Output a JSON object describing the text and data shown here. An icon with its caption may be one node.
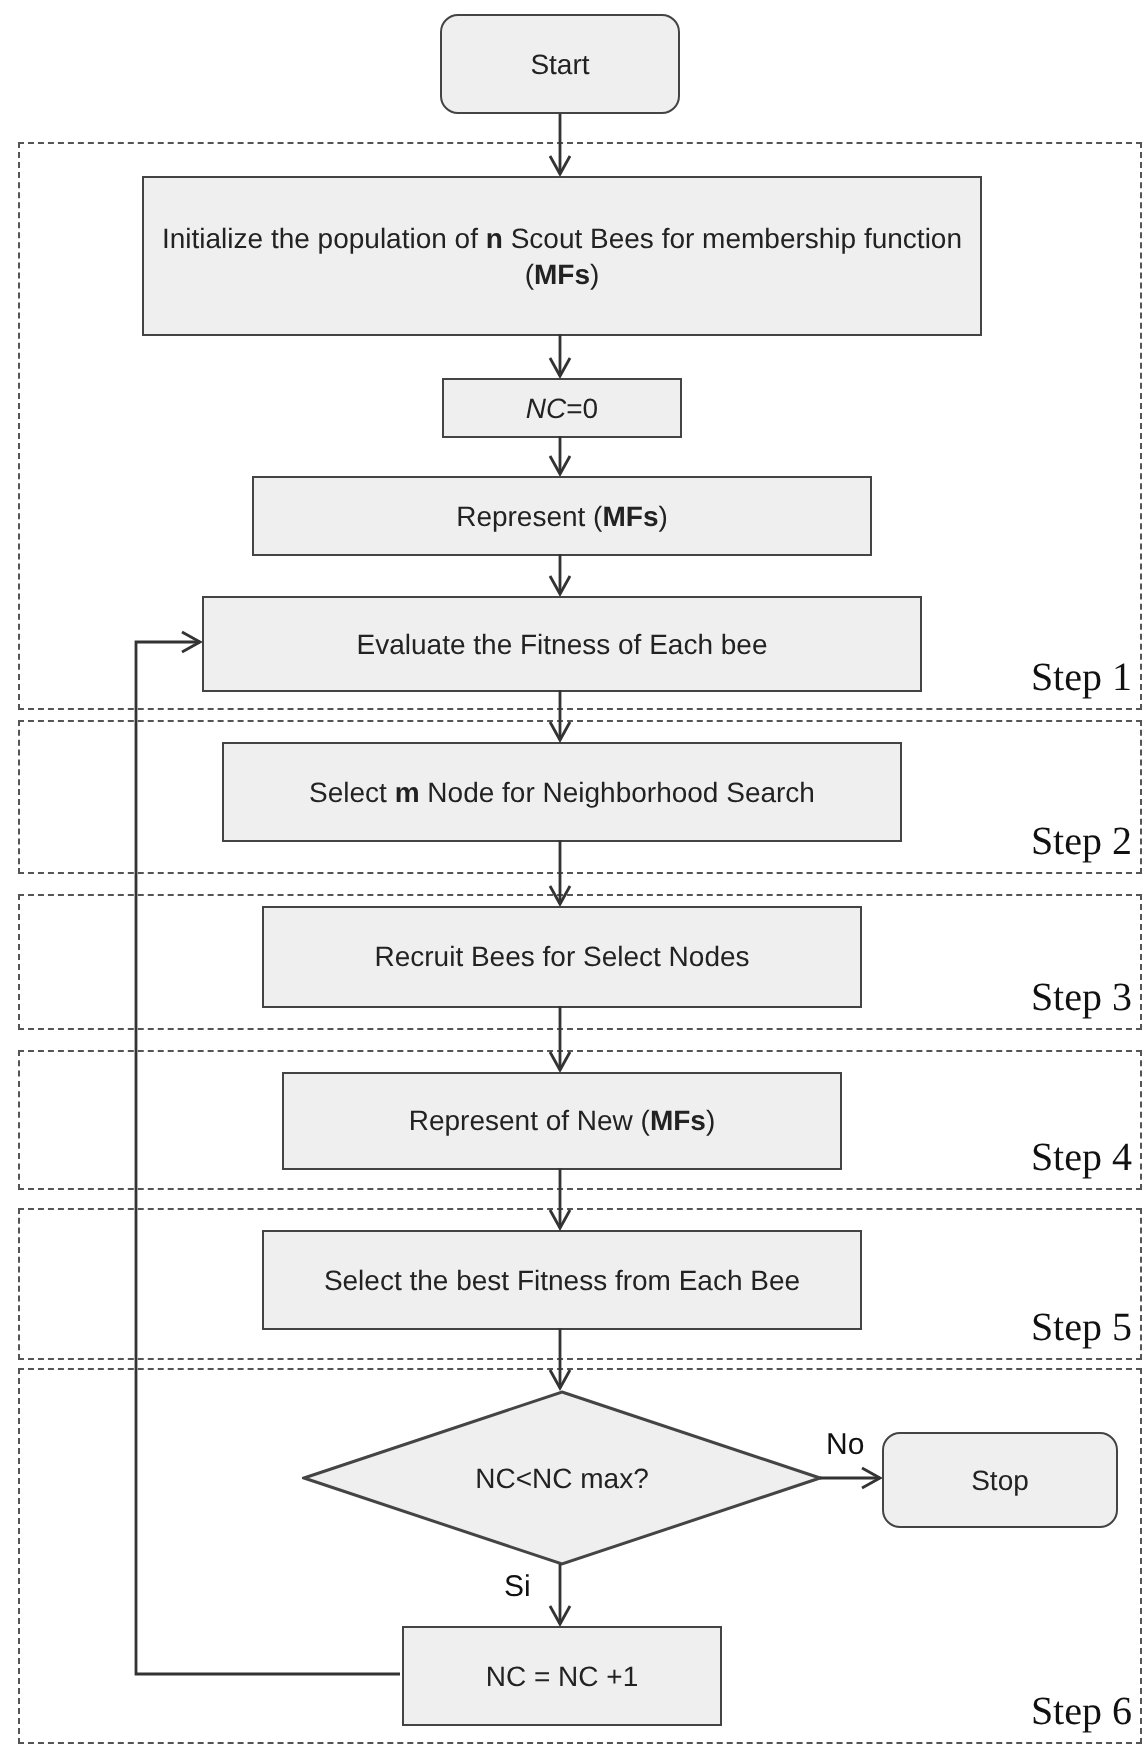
{
  "diagram": {
    "nodes": [
      {
        "text": [
          "Start"
        ]
      },
      {
        "text": [
          "Step 1"
        ]
      },
      {
        "text": [
          "Initialize the population of **n** Scout Bees for membership function (**MFs**)"
        ],
        "in": 1
      },
      {
        "text": [
          "*NC*=0"
        ],
        "in": 1
      },
      {
        "text": [
          "Represent (**MFs**)"
        ],
        "in": 1
      },
      {
        "text": [
          "Evaluate the Fitness of Each bee"
        ],
        "in": 1
      },
      {
        "text": [
          "Step 2"
        ]
      },
      {
        "text": [
          "Select **m** Node for Neighborhood Search"
        ],
        "in": 6
      },
      {
        "text": [
          "Step 3"
        ]
      },
      {
        "text": [
          "Recruit Bees for Select Nodes"
        ],
        "in": 8
      },
      {
        "text": [
          "Step 4"
        ]
      },
      {
        "text": [
          "Represent of New (**MFs**)"
        ],
        "in": 10
      },
      {
        "text": [
          "Step 5"
        ]
      },
      {
        "text": [
          "Select the best Fitness from Each Bee"
        ],
        "in": 12
      },
      {
        "text": [
          "Step 6"
        ]
      },
      {
        "text": [
          "NC<NC max?"
        ],
        "in": 14
      },
      {
        "text": [
          "Stop"
        ],
        "in": 14
      },
      {
        "text": [
          "NC = NC +1"
        ],
        "in": 14
      }
    ],
    "edges": [
      {
        "from": 0,
        "to": 2,
        "arrow": "to"
      },
      {
        "from": 2,
        "to": 3,
        "arrow": "to"
      },
      {
        "from": 3,
        "to": 4,
        "arrow": "to"
      },
      {
        "from": 4,
        "to": 5,
        "arrow": "to"
      },
      {
        "from": 5,
        "to": 7,
        "arrow": "to"
      },
      {
        "from": 7,
        "to": 9,
        "arrow": "to"
      },
      {
        "from": 9,
        "to": 11,
        "arrow": "to"
      },
      {
        "from": 11,
        "to": 13,
        "arrow": "to"
      },
      {
        "from": 13,
        "to": 15,
        "arrow": "to"
      },
      {
        "from": 15,
        "to": 16,
        "arrow": "to",
        "label": "No"
      },
      {
        "from": 15,
        "to": 17,
        "arrow": "to",
        "label": "Si"
      },
      {
        "from": 17,
        "to": 5,
        "arrow": "to"
      }
    ]
  }
}
